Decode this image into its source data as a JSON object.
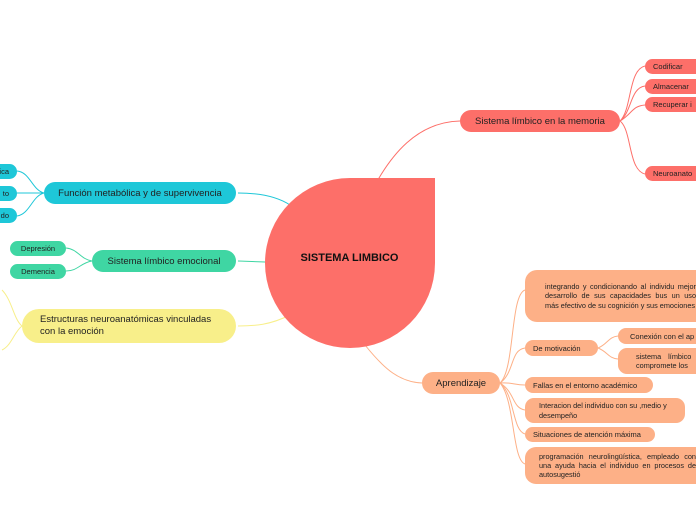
{
  "root": {
    "label": "SISTEMA LIMBICO"
  },
  "left": {
    "metabolic": {
      "label": "Función metabólica y de supervivencia",
      "children": [
        "ica",
        "to",
        "do"
      ]
    },
    "emotional": {
      "label": "Sistema límbico emocional",
      "children": [
        "Depresión",
        "Demencia"
      ]
    },
    "structures": {
      "label": "Estructuras neuroanatómicas vinculadas con la emoción"
    }
  },
  "memory": {
    "label": "Sistema límbico en la memoria",
    "children": [
      "Codificar",
      "Almacenar",
      "Recuperar i",
      "Neuroanato"
    ]
  },
  "learning": {
    "label": "Aprendizaje",
    "integrating": "integrando y condicionando al individu mejor desarrollo de sus capacidades bus un uso más efectivo de su cognición y sus emociones",
    "motivation": {
      "label": "De motivación",
      "children": [
        "Conexión con el ap",
        "sistema límbico s compromete los"
      ]
    },
    "failures": "Fallas en el entorno académico",
    "interaction": "Interacion del individuo con su ,medio y desempeño",
    "attention": "Situaciones de atención máxima",
    "nlp": "programación neurolingüística, empleado con una ayuda hacia el individuo en procesos de autosugestió"
  },
  "colors": {
    "root": "#fd6f69",
    "memory": "#fd6f69",
    "metabolic": "#1ec7d8",
    "emotional": "#3fd6a3",
    "structures": "#f8ef8a",
    "learning": "#fdb087"
  }
}
